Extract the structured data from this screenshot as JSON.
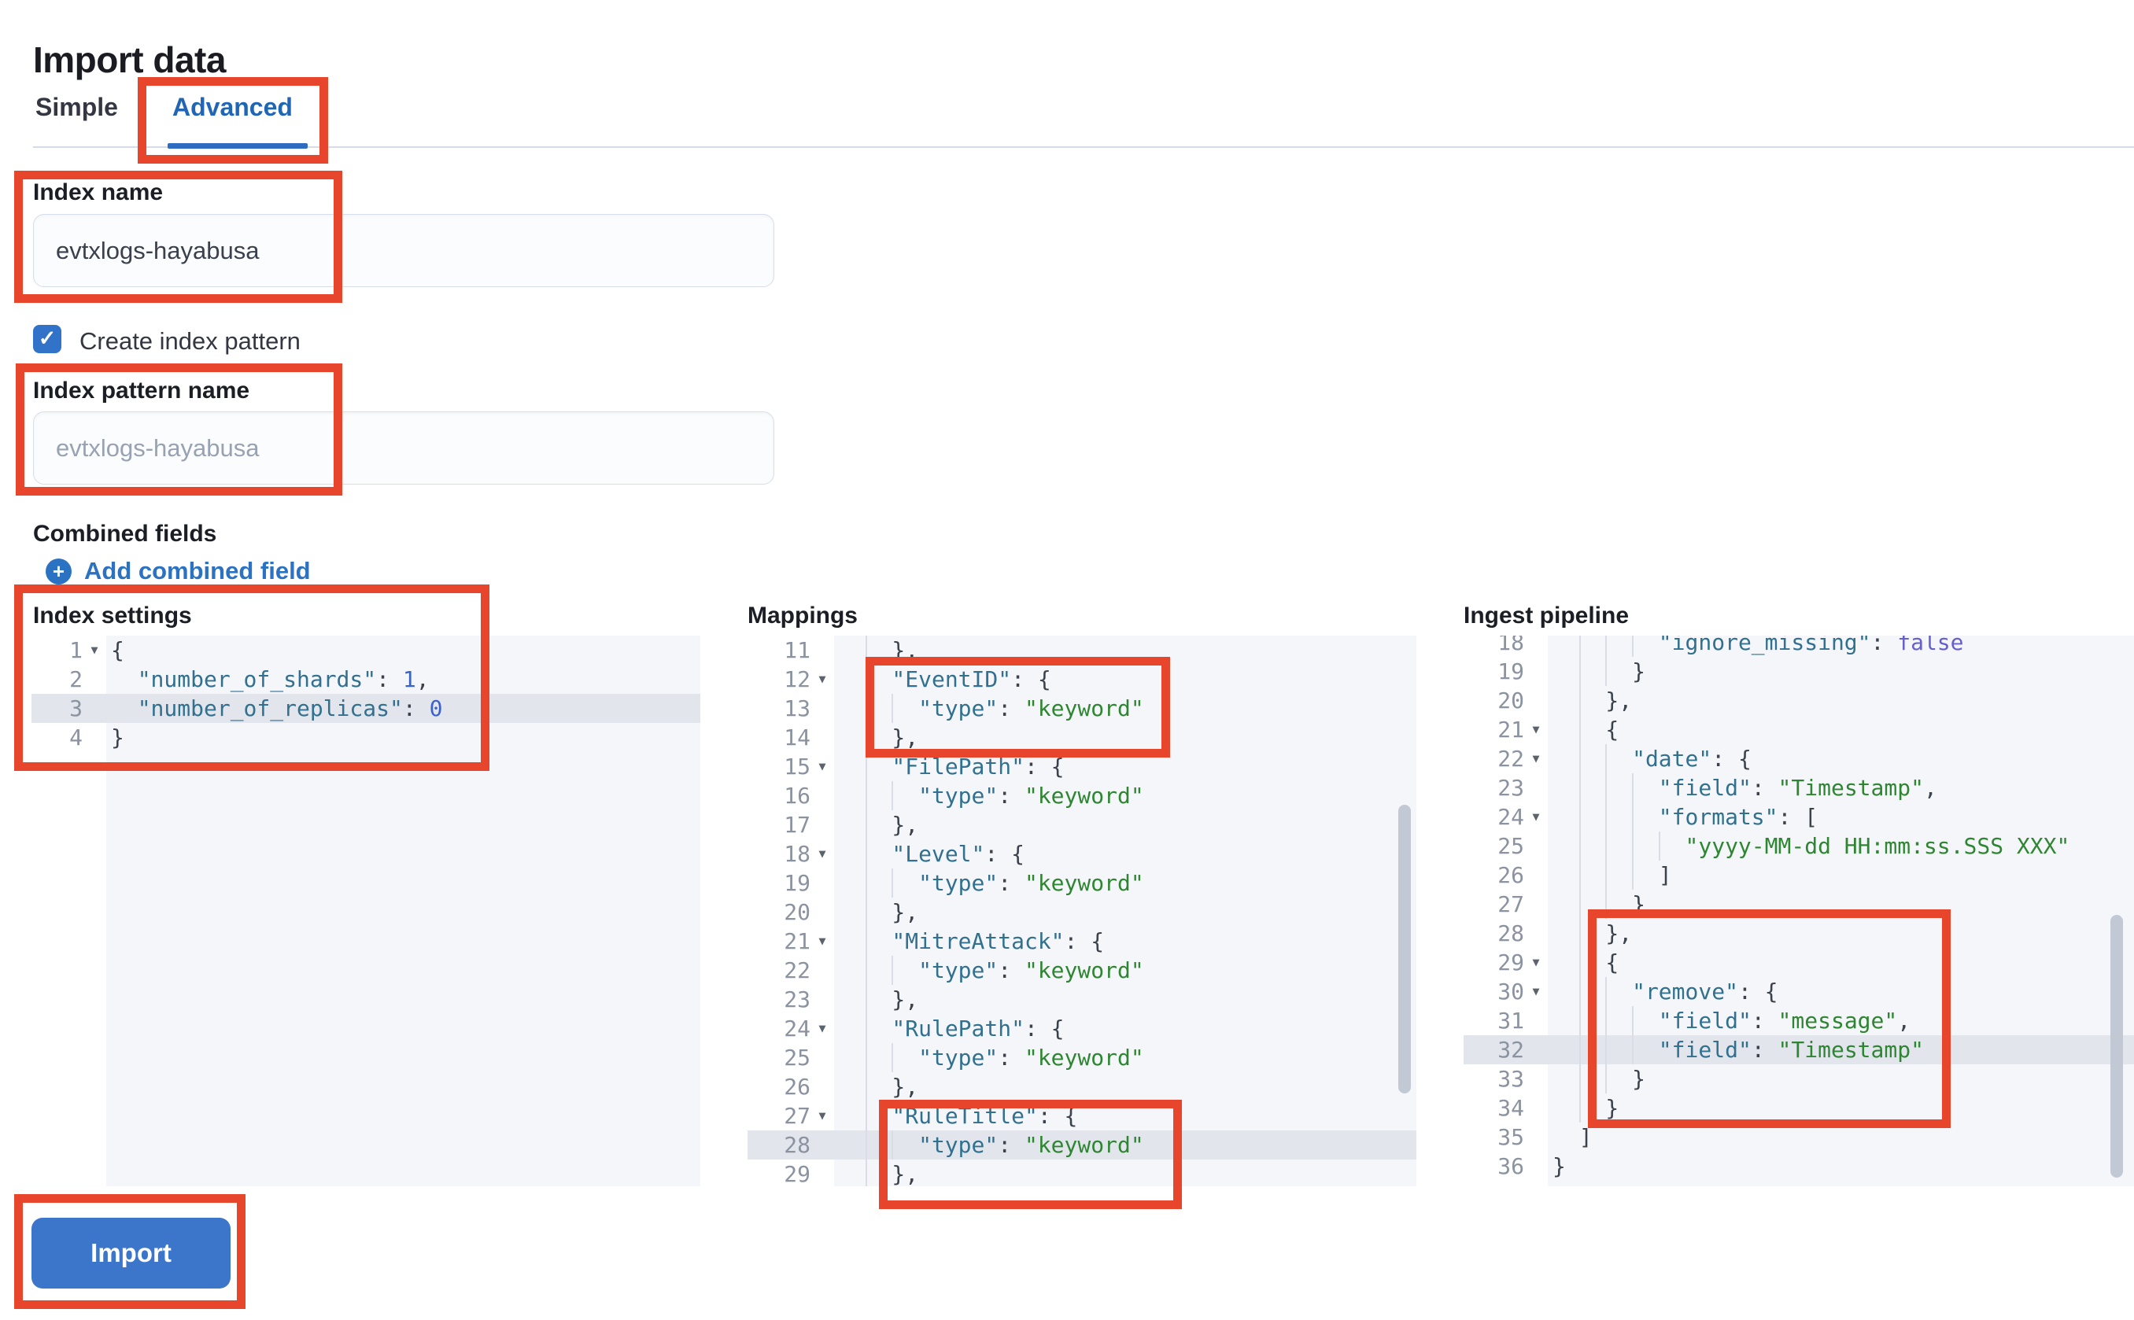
{
  "page": {
    "title": "Import data"
  },
  "tabs": [
    {
      "label": "Simple",
      "active": false
    },
    {
      "label": "Advanced",
      "active": true
    }
  ],
  "form": {
    "index_name": {
      "label": "Index name",
      "value": "evtxlogs-hayabusa"
    },
    "create_index_pattern": {
      "label": "Create index pattern",
      "checked": true
    },
    "index_pattern_name": {
      "label": "Index pattern name",
      "placeholder": "evtxlogs-hayabusa"
    },
    "combined_fields": {
      "label": "Combined fields",
      "add_link": "Add combined field",
      "plus_icon": "+"
    }
  },
  "import_button": {
    "label": "Import"
  },
  "colors": {
    "annotation_red": "#e7452c",
    "primary_blue": "#3b76ca",
    "link_blue": "#2b72c2",
    "tab_active_blue": "#2166b5",
    "code_key": "#31708f",
    "code_string": "#2f8632",
    "code_number": "#3a63c8",
    "code_boolean": "#655fd0"
  },
  "annotations": [
    "advanced-tab",
    "index-name-field",
    "index-pattern-name-field",
    "index-settings-editor",
    "mappings-eventid-block",
    "mappings-ruletitle-block",
    "ingest-remove-block",
    "import-button"
  ],
  "editors": [
    {
      "label": "Index settings",
      "lines": [
        {
          "n": 1,
          "fold": true,
          "indent": 0,
          "active": false,
          "tokens": [
            [
              "punc",
              "{"
            ]
          ]
        },
        {
          "n": 2,
          "fold": false,
          "indent": 2,
          "active": false,
          "tokens": [
            [
              "key",
              "\"number_of_shards\""
            ],
            [
              "punc",
              ": "
            ],
            [
              "num",
              "1"
            ],
            [
              "punc",
              ","
            ]
          ]
        },
        {
          "n": 3,
          "fold": false,
          "indent": 2,
          "active": true,
          "tokens": [
            [
              "key",
              "\"number_of_replicas\""
            ],
            [
              "punc",
              ": "
            ],
            [
              "num",
              "0"
            ]
          ]
        },
        {
          "n": 4,
          "fold": false,
          "indent": 0,
          "active": false,
          "tokens": [
            [
              "punc",
              "}"
            ]
          ]
        }
      ]
    },
    {
      "label": "Mappings",
      "lines": [
        {
          "n": 11,
          "fold": false,
          "indent": 4,
          "active": false,
          "tokens": [
            [
              "punc",
              "},"
            ]
          ]
        },
        {
          "n": 12,
          "fold": true,
          "indent": 4,
          "active": false,
          "tokens": [
            [
              "key",
              "\"EventID\""
            ],
            [
              "punc",
              ": {"
            ]
          ]
        },
        {
          "n": 13,
          "fold": false,
          "indent": 6,
          "active": false,
          "tokens": [
            [
              "key",
              "\"type\""
            ],
            [
              "punc",
              ": "
            ],
            [
              "str",
              "\"keyword\""
            ]
          ]
        },
        {
          "n": 14,
          "fold": false,
          "indent": 4,
          "active": false,
          "tokens": [
            [
              "punc",
              "},"
            ]
          ]
        },
        {
          "n": 15,
          "fold": true,
          "indent": 4,
          "active": false,
          "tokens": [
            [
              "key",
              "\"FilePath\""
            ],
            [
              "punc",
              ": {"
            ]
          ]
        },
        {
          "n": 16,
          "fold": false,
          "indent": 6,
          "active": false,
          "tokens": [
            [
              "key",
              "\"type\""
            ],
            [
              "punc",
              ": "
            ],
            [
              "str",
              "\"keyword\""
            ]
          ]
        },
        {
          "n": 17,
          "fold": false,
          "indent": 4,
          "active": false,
          "tokens": [
            [
              "punc",
              "},"
            ]
          ]
        },
        {
          "n": 18,
          "fold": true,
          "indent": 4,
          "active": false,
          "tokens": [
            [
              "key",
              "\"Level\""
            ],
            [
              "punc",
              ": {"
            ]
          ]
        },
        {
          "n": 19,
          "fold": false,
          "indent": 6,
          "active": false,
          "tokens": [
            [
              "key",
              "\"type\""
            ],
            [
              "punc",
              ": "
            ],
            [
              "str",
              "\"keyword\""
            ]
          ]
        },
        {
          "n": 20,
          "fold": false,
          "indent": 4,
          "active": false,
          "tokens": [
            [
              "punc",
              "},"
            ]
          ]
        },
        {
          "n": 21,
          "fold": true,
          "indent": 4,
          "active": false,
          "tokens": [
            [
              "key",
              "\"MitreAttack\""
            ],
            [
              "punc",
              ": {"
            ]
          ]
        },
        {
          "n": 22,
          "fold": false,
          "indent": 6,
          "active": false,
          "tokens": [
            [
              "key",
              "\"type\""
            ],
            [
              "punc",
              ": "
            ],
            [
              "str",
              "\"keyword\""
            ]
          ]
        },
        {
          "n": 23,
          "fold": false,
          "indent": 4,
          "active": false,
          "tokens": [
            [
              "punc",
              "},"
            ]
          ]
        },
        {
          "n": 24,
          "fold": true,
          "indent": 4,
          "active": false,
          "tokens": [
            [
              "key",
              "\"RulePath\""
            ],
            [
              "punc",
              ": {"
            ]
          ]
        },
        {
          "n": 25,
          "fold": false,
          "indent": 6,
          "active": false,
          "tokens": [
            [
              "key",
              "\"type\""
            ],
            [
              "punc",
              ": "
            ],
            [
              "str",
              "\"keyword\""
            ]
          ]
        },
        {
          "n": 26,
          "fold": false,
          "indent": 4,
          "active": false,
          "tokens": [
            [
              "punc",
              "},"
            ]
          ]
        },
        {
          "n": 27,
          "fold": true,
          "indent": 4,
          "active": false,
          "tokens": [
            [
              "key",
              "\"RuleTitle\""
            ],
            [
              "punc",
              ": {"
            ]
          ]
        },
        {
          "n": 28,
          "fold": false,
          "indent": 6,
          "active": true,
          "tokens": [
            [
              "key",
              "\"type\""
            ],
            [
              "punc",
              ": "
            ],
            [
              "str",
              "\"keyword\""
            ]
          ]
        },
        {
          "n": 29,
          "fold": false,
          "indent": 4,
          "active": false,
          "tokens": [
            [
              "punc",
              "},"
            ]
          ]
        }
      ]
    },
    {
      "label": "Ingest pipeline",
      "lines": [
        {
          "n": 18,
          "fold": false,
          "indent": 8,
          "active": false,
          "tokens": [
            [
              "key",
              "\"ignore_missing\""
            ],
            [
              "punc",
              ": "
            ],
            [
              "bool",
              "false"
            ]
          ]
        },
        {
          "n": 19,
          "fold": false,
          "indent": 6,
          "active": false,
          "tokens": [
            [
              "punc",
              "}"
            ]
          ]
        },
        {
          "n": 20,
          "fold": false,
          "indent": 4,
          "active": false,
          "tokens": [
            [
              "punc",
              "},"
            ]
          ]
        },
        {
          "n": 21,
          "fold": true,
          "indent": 4,
          "active": false,
          "tokens": [
            [
              "punc",
              "{"
            ]
          ]
        },
        {
          "n": 22,
          "fold": true,
          "indent": 6,
          "active": false,
          "tokens": [
            [
              "key",
              "\"date\""
            ],
            [
              "punc",
              ": {"
            ]
          ]
        },
        {
          "n": 23,
          "fold": false,
          "indent": 8,
          "active": false,
          "tokens": [
            [
              "key",
              "\"field\""
            ],
            [
              "punc",
              ": "
            ],
            [
              "str",
              "\"Timestamp\""
            ],
            [
              "punc",
              ","
            ]
          ]
        },
        {
          "n": 24,
          "fold": true,
          "indent": 8,
          "active": false,
          "tokens": [
            [
              "key",
              "\"formats\""
            ],
            [
              "punc",
              ": ["
            ]
          ]
        },
        {
          "n": 25,
          "fold": false,
          "indent": 10,
          "active": false,
          "tokens": [
            [
              "str",
              "\"yyyy-MM-dd HH:mm:ss.SSS XXX\""
            ]
          ]
        },
        {
          "n": 26,
          "fold": false,
          "indent": 8,
          "active": false,
          "tokens": [
            [
              "punc",
              "]"
            ]
          ]
        },
        {
          "n": 27,
          "fold": false,
          "indent": 6,
          "active": false,
          "tokens": [
            [
              "punc",
              "}"
            ]
          ]
        },
        {
          "n": 28,
          "fold": false,
          "indent": 4,
          "active": false,
          "tokens": [
            [
              "punc",
              "},"
            ]
          ]
        },
        {
          "n": 29,
          "fold": true,
          "indent": 4,
          "active": false,
          "tokens": [
            [
              "punc",
              "{"
            ]
          ]
        },
        {
          "n": 30,
          "fold": true,
          "indent": 6,
          "active": false,
          "tokens": [
            [
              "key",
              "\"remove\""
            ],
            [
              "punc",
              ": {"
            ]
          ]
        },
        {
          "n": 31,
          "fold": false,
          "indent": 8,
          "active": false,
          "tokens": [
            [
              "key",
              "\"field\""
            ],
            [
              "punc",
              ": "
            ],
            [
              "str",
              "\"message\""
            ],
            [
              "punc",
              ","
            ]
          ]
        },
        {
          "n": 32,
          "fold": false,
          "indent": 8,
          "active": true,
          "tokens": [
            [
              "key",
              "\"field\""
            ],
            [
              "punc",
              ": "
            ],
            [
              "str",
              "\"Timestamp\""
            ]
          ]
        },
        {
          "n": 33,
          "fold": false,
          "indent": 6,
          "active": false,
          "tokens": [
            [
              "punc",
              "}"
            ]
          ]
        },
        {
          "n": 34,
          "fold": false,
          "indent": 4,
          "active": false,
          "tokens": [
            [
              "punc",
              "}"
            ]
          ]
        },
        {
          "n": 35,
          "fold": false,
          "indent": 2,
          "active": false,
          "tokens": [
            [
              "punc",
              "]"
            ]
          ]
        },
        {
          "n": 36,
          "fold": false,
          "indent": 0,
          "active": false,
          "tokens": [
            [
              "punc",
              "}"
            ]
          ]
        }
      ]
    }
  ]
}
